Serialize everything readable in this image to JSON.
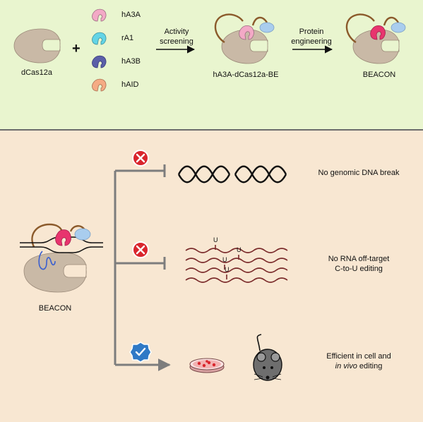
{
  "top": {
    "dcas12a_label": "dCas12a",
    "plus": "+",
    "deaminases": [
      {
        "name": "hA3A",
        "color": "#f3a9c6"
      },
      {
        "name": "rA1",
        "color": "#63d4e6"
      },
      {
        "name": "hA3B",
        "color": "#5b5fa8"
      },
      {
        "name": "hAID",
        "color": "#f5ab84"
      }
    ],
    "step1_line1": "Activity",
    "step1_line2": "screening",
    "intermediate_label": "hA3A-dCas12a-BE",
    "step2_line1": "Protein",
    "step2_line2": "engineering",
    "final_label": "BEACON"
  },
  "bottom": {
    "complex_label": "BEACON",
    "outcomes": [
      {
        "line1": "No genomic DNA break",
        "line2": "",
        "status": "blocked"
      },
      {
        "line1": "No RNA off-target",
        "line2": "C-to-U editing",
        "status": "blocked"
      },
      {
        "line1": "Efficient in cell and",
        "line2_italic": "in vivo",
        "line2_rest": " editing",
        "status": "success"
      }
    ],
    "rna_base": "U"
  },
  "colors": {
    "top_bg": "#e9f5cf",
    "bottom_bg": "#f8e7d2",
    "protein": "#c9b9a6",
    "linker": "#8b5a2b",
    "edited_deaminase": "#e8346e",
    "guide_blue": "#a9cdee",
    "error_red": "#d9252c",
    "check_blue": "#2f79c6",
    "branch_gray": "#7d7d7d"
  }
}
